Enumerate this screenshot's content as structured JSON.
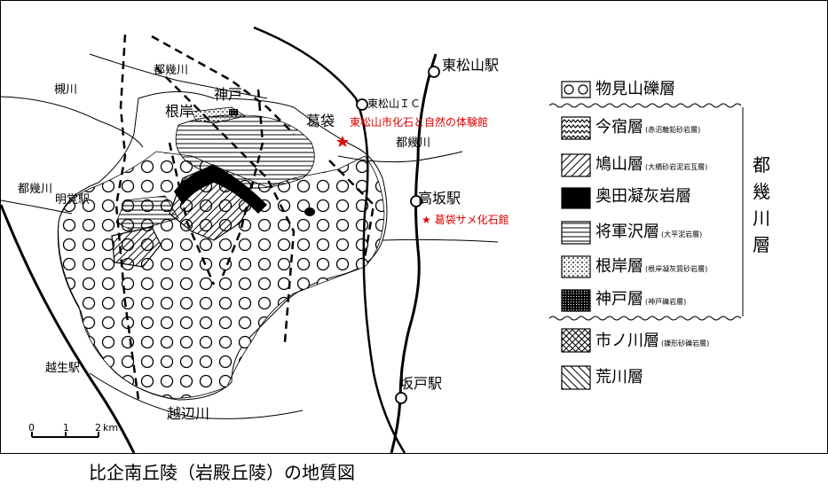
{
  "title": "比企南丘陵（岩殿丘陵）の地質図",
  "legend": {
    "items": [
      {
        "label": "物見山礫層",
        "note": ""
      },
      {
        "label": "今宿層",
        "note": "(赤沼離鉛砂岩層)"
      },
      {
        "label": "鳩山層",
        "note": "(大橋砂岩泥岩互層)"
      },
      {
        "label": "奥田凝灰岩層",
        "note": ""
      },
      {
        "label": "将軍沢層",
        "note": "(大平泥岩層)"
      },
      {
        "label": "根岸層",
        "note": "(根岸凝灰質砂岩層)"
      },
      {
        "label": "神戸層",
        "note": "(神戸礫岩層)"
      },
      {
        "label": "市ノ川層",
        "note": "(鎌形砂礫岩層)"
      },
      {
        "label": "荒川層",
        "note": ""
      }
    ],
    "group_label": [
      "都",
      "幾",
      "川",
      "層"
    ]
  },
  "places": {
    "higashi_matsuyama_station": "東松山駅",
    "takasaka_station": "高坂駅",
    "sakado_station": "坂戸駅",
    "myokaku_station": "明覚駅",
    "oppe_station": "越生駅",
    "higashi_matsuyama_ic": "東松山ＩＣ",
    "kuzubukuro": "葛袋",
    "koudo": "神戸",
    "negishi": "根岸",
    "fossil_museum": "東松山市化石と自然の体験館",
    "shark_museum": "★ 葛袋サメ化石館"
  },
  "rivers": {
    "tokigawa_north": "都幾川",
    "tokigawa_east": "都幾川",
    "tokigawa_west": "都幾川",
    "tsukigawa": "槻川",
    "oppegawa": "越辺川"
  },
  "scale_bar": {
    "ticks": [
      "0",
      "1",
      "2"
    ],
    "unit": "km"
  },
  "colors": {
    "red_label": "#e00000",
    "ink": "#000000"
  }
}
